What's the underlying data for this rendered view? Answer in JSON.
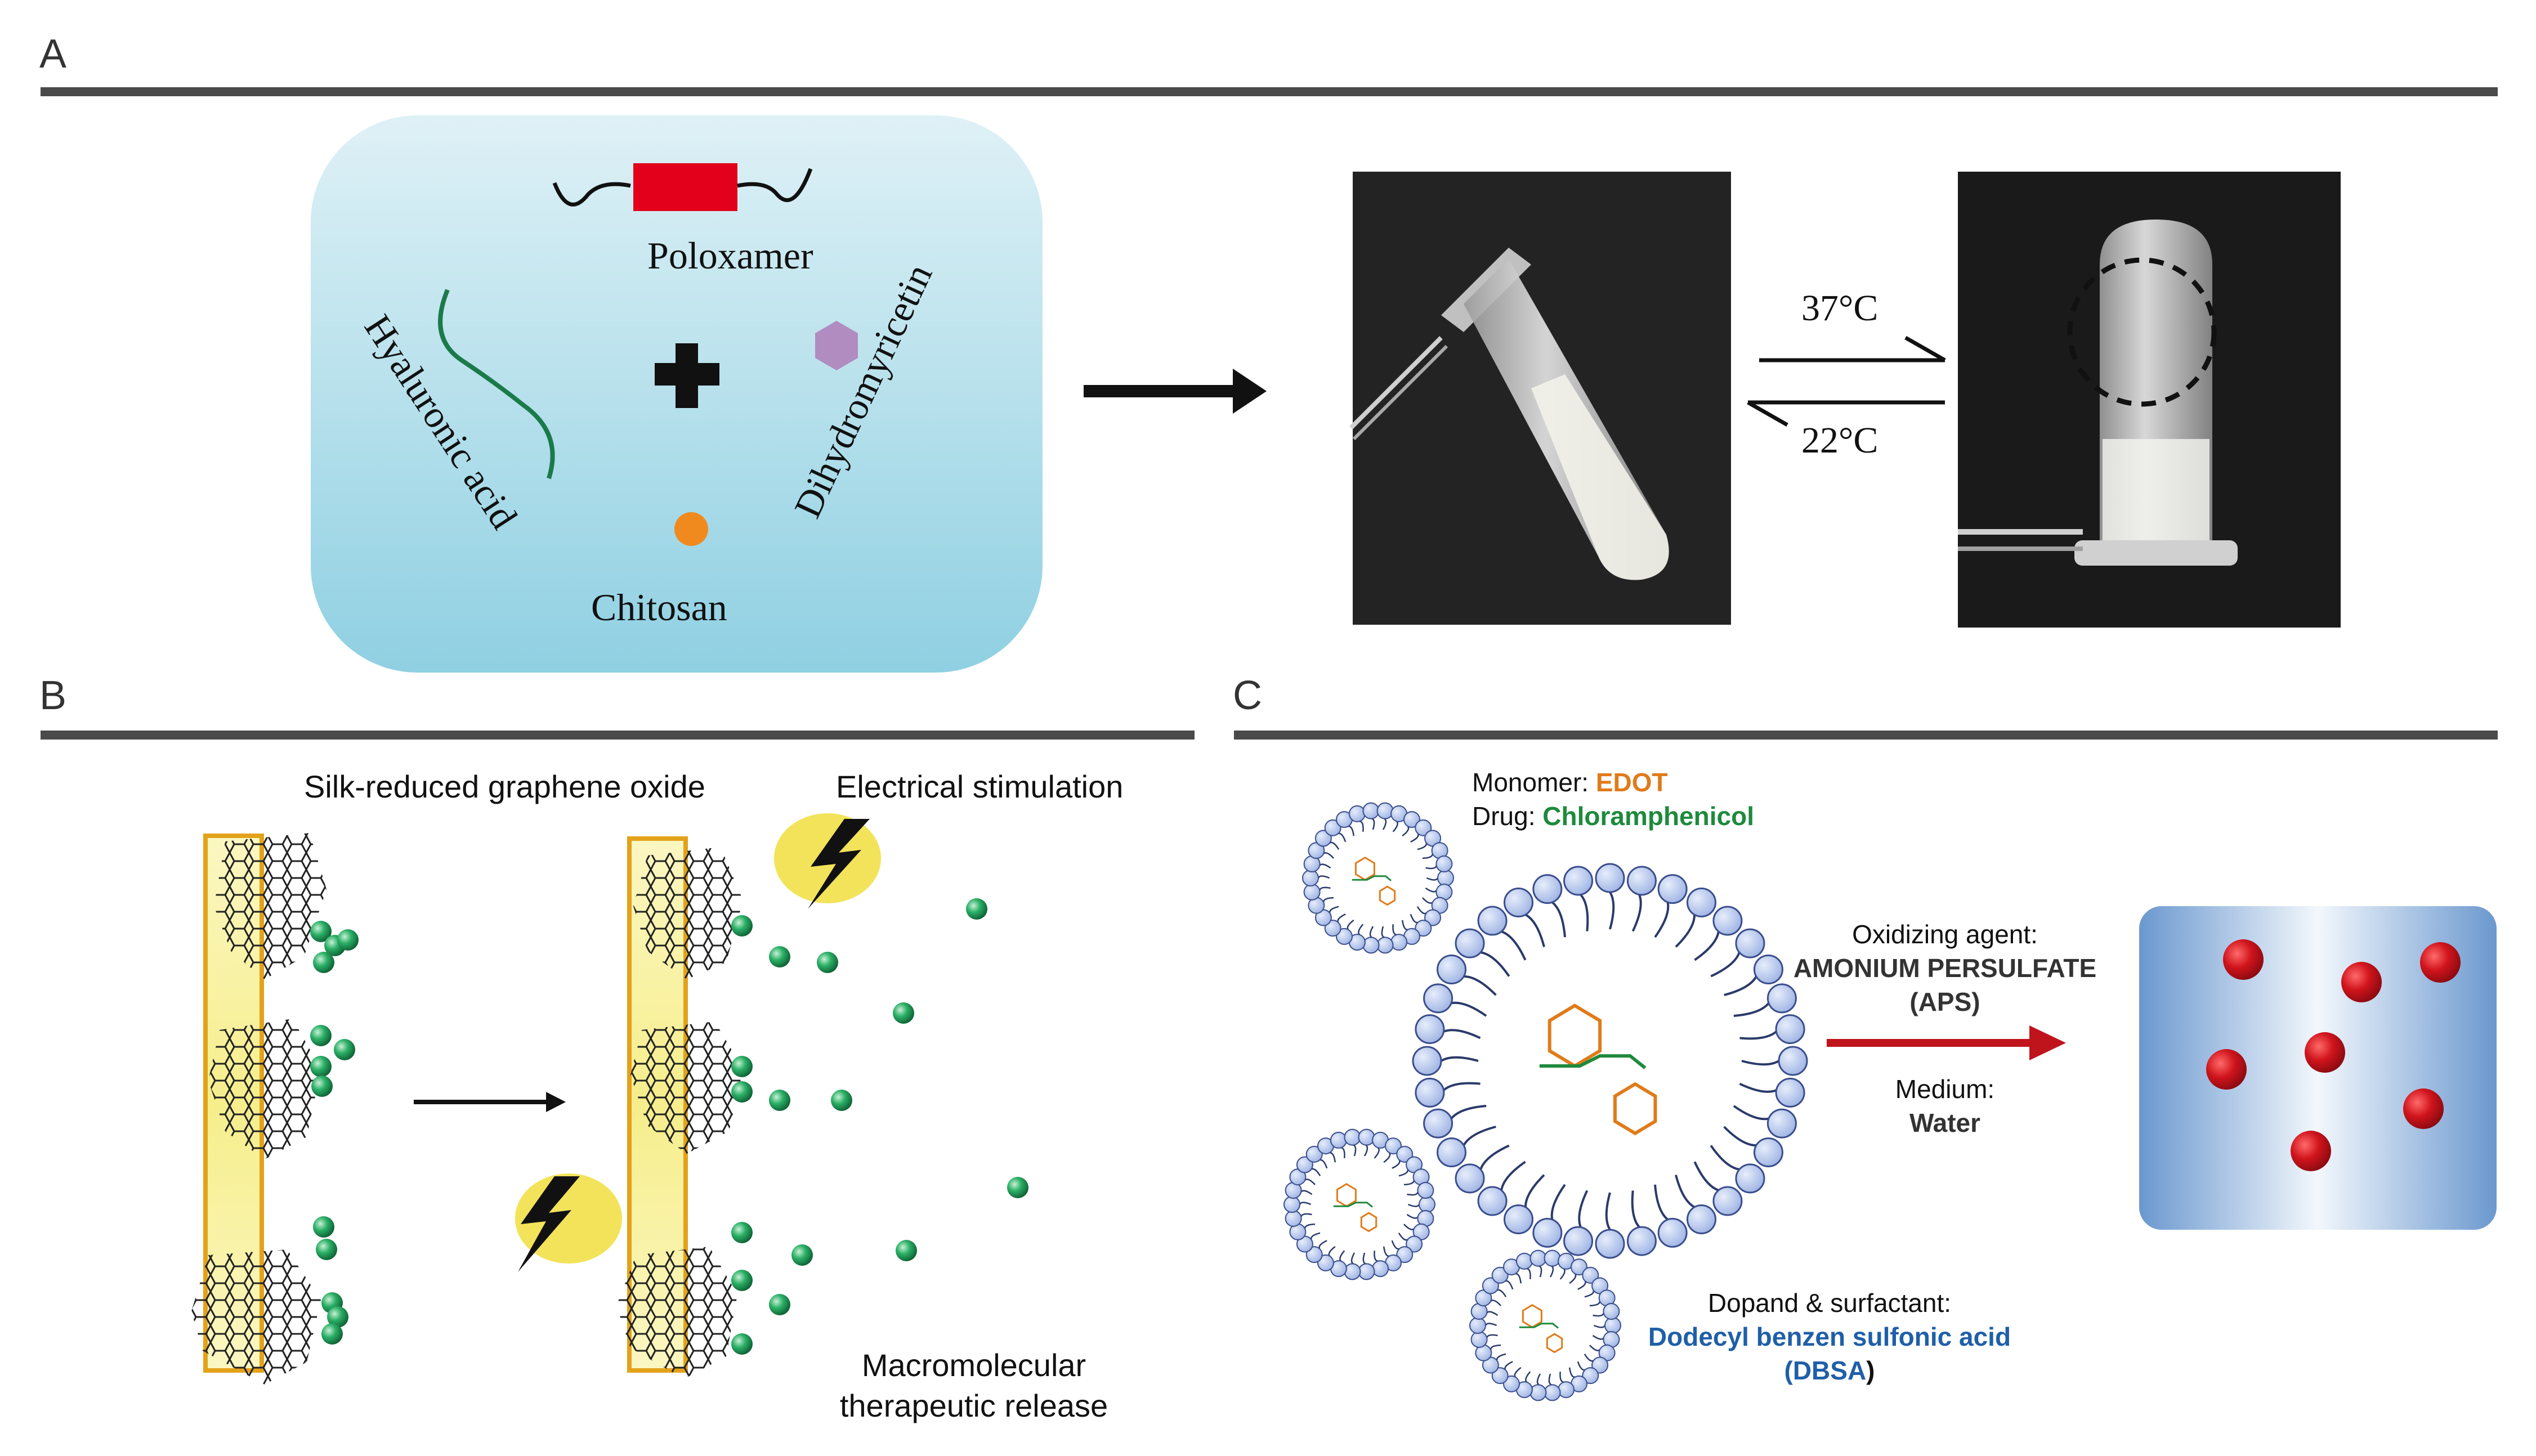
{
  "panels": {
    "a": {
      "letter": "A",
      "labels": {
        "poloxamer": "Poloxamer",
        "hyaluronic": "Hyaluronic acid",
        "dihydromyricetin": "Dihydromyricetin",
        "chitosan": "Chitosan"
      },
      "temp_up": "37°C",
      "temp_down": "22°C",
      "colors": {
        "background": "#a8d8e6",
        "poloxamer_block": "#e2001a",
        "hyaluronic": "#1b7a4a",
        "hexagon": "#b08cc0",
        "chitosan_dot": "#f08a1e"
      }
    },
    "b": {
      "letter": "B",
      "silk_label": "Silk-reduced graphene oxide",
      "stim_label": "Electrical stimulation",
      "release_line1": "Macromolecular",
      "release_line2": "therapeutic release",
      "colors": {
        "strip": "#f4ea7a",
        "strip_border": "#e3a21a",
        "bead": "#1f9a55",
        "bolt_glow": "#f2e35a"
      }
    },
    "c": {
      "letter": "C",
      "monomer_label": "Monomer: ",
      "monomer_value": "EDOT",
      "drug_label": "Drug: ",
      "drug_value": "Chloramphenicol",
      "oxidizing_label": "Oxidizing agent:",
      "oxidizing_value_line1": "AMONIUM PERSULFATE",
      "oxidizing_value_line2": "(APS)",
      "medium_label": "Medium:",
      "medium_value": "Water",
      "dopant_label": "Dopand & surfactant:",
      "dopant_value_line1": "Dodecyl benzen sulfonic acid",
      "dopant_value_line2": "(DBSA",
      "dopant_value_close": ")",
      "colors": {
        "edot": "#e07b1a",
        "drug": "#1e8a3c",
        "dbsa": "#1f5fa8",
        "arrow": "#c0141c",
        "particle": "#c0141c",
        "micelle": "#b8c8ee"
      }
    }
  }
}
